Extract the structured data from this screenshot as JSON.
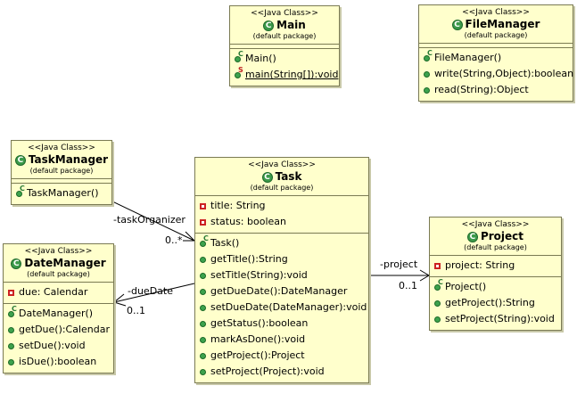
{
  "classes": {
    "main": {
      "stereotype": "<<Java Class>>",
      "name": "Main",
      "package": "(default package)",
      "fields": [],
      "methods": [
        {
          "vis": "public",
          "mark": "C",
          "text": "Main()",
          "static": false
        },
        {
          "vis": "public",
          "mark": "S",
          "text": "main(String[]):void",
          "static": true
        }
      ]
    },
    "filemanager": {
      "stereotype": "<<Java Class>>",
      "name": "FileManager",
      "package": "(default package)",
      "fields": [],
      "methods": [
        {
          "vis": "public",
          "mark": "C",
          "text": "FileManager()",
          "static": false
        },
        {
          "vis": "public",
          "mark": "",
          "text": "write(String,Object):boolean",
          "static": false
        },
        {
          "vis": "public",
          "mark": "",
          "text": "read(String):Object",
          "static": false
        }
      ]
    },
    "taskmanager": {
      "stereotype": "<<Java Class>>",
      "name": "TaskManager",
      "package": "(default package)",
      "fields": [],
      "methods": [
        {
          "vis": "public",
          "mark": "C",
          "text": "TaskManager()",
          "static": false
        }
      ]
    },
    "task": {
      "stereotype": "<<Java Class>>",
      "name": "Task",
      "package": "(default package)",
      "fields": [
        {
          "vis": "private",
          "text": "title: String"
        },
        {
          "vis": "private",
          "text": "status: boolean"
        }
      ],
      "methods": [
        {
          "vis": "public",
          "mark": "C",
          "text": "Task()",
          "static": false
        },
        {
          "vis": "public",
          "mark": "",
          "text": "getTitle():String",
          "static": false
        },
        {
          "vis": "public",
          "mark": "",
          "text": "setTitle(String):void",
          "static": false
        },
        {
          "vis": "public",
          "mark": "",
          "text": "getDueDate():DateManager",
          "static": false
        },
        {
          "vis": "public",
          "mark": "",
          "text": "setDueDate(DateManager):void",
          "static": false
        },
        {
          "vis": "public",
          "mark": "",
          "text": "getStatus():boolean",
          "static": false
        },
        {
          "vis": "public",
          "mark": "",
          "text": "markAsDone():void",
          "static": false
        },
        {
          "vis": "public",
          "mark": "",
          "text": "getProject():Project",
          "static": false
        },
        {
          "vis": "public",
          "mark": "",
          "text": "setProject(Project):void",
          "static": false
        }
      ]
    },
    "datemanager": {
      "stereotype": "<<Java Class>>",
      "name": "DateManager",
      "package": "(default package)",
      "fields": [
        {
          "vis": "private",
          "text": "due: Calendar"
        }
      ],
      "methods": [
        {
          "vis": "public",
          "mark": "C",
          "text": "DateManager()",
          "static": false
        },
        {
          "vis": "public",
          "mark": "",
          "text": "getDue():Calendar",
          "static": false
        },
        {
          "vis": "public",
          "mark": "",
          "text": "setDue():void",
          "static": false
        },
        {
          "vis": "public",
          "mark": "",
          "text": "isDue():boolean",
          "static": false
        }
      ]
    },
    "project": {
      "stereotype": "<<Java Class>>",
      "name": "Project",
      "package": "(default package)",
      "fields": [
        {
          "vis": "private",
          "text": "project: String"
        }
      ],
      "methods": [
        {
          "vis": "public",
          "mark": "C",
          "text": "Project()",
          "static": false
        },
        {
          "vis": "public",
          "mark": "",
          "text": "getProject():String",
          "static": false
        },
        {
          "vis": "public",
          "mark": "",
          "text": "setProject(String):void",
          "static": false
        }
      ]
    }
  },
  "associations": {
    "taskorganizer": {
      "role": "-taskOrganizer",
      "multiplicity": "0..*"
    },
    "duedate": {
      "role": "-dueDate",
      "multiplicity": "0..1"
    },
    "project": {
      "role": "-project",
      "multiplicity": "0..1"
    }
  },
  "colors": {
    "class_fill": "#ffffcc",
    "class_border": "#7a7a53",
    "class_icon": "#3c9a4a",
    "public_icon": "#3da24d",
    "private_icon": "#cc2222",
    "edge": "#000000"
  }
}
